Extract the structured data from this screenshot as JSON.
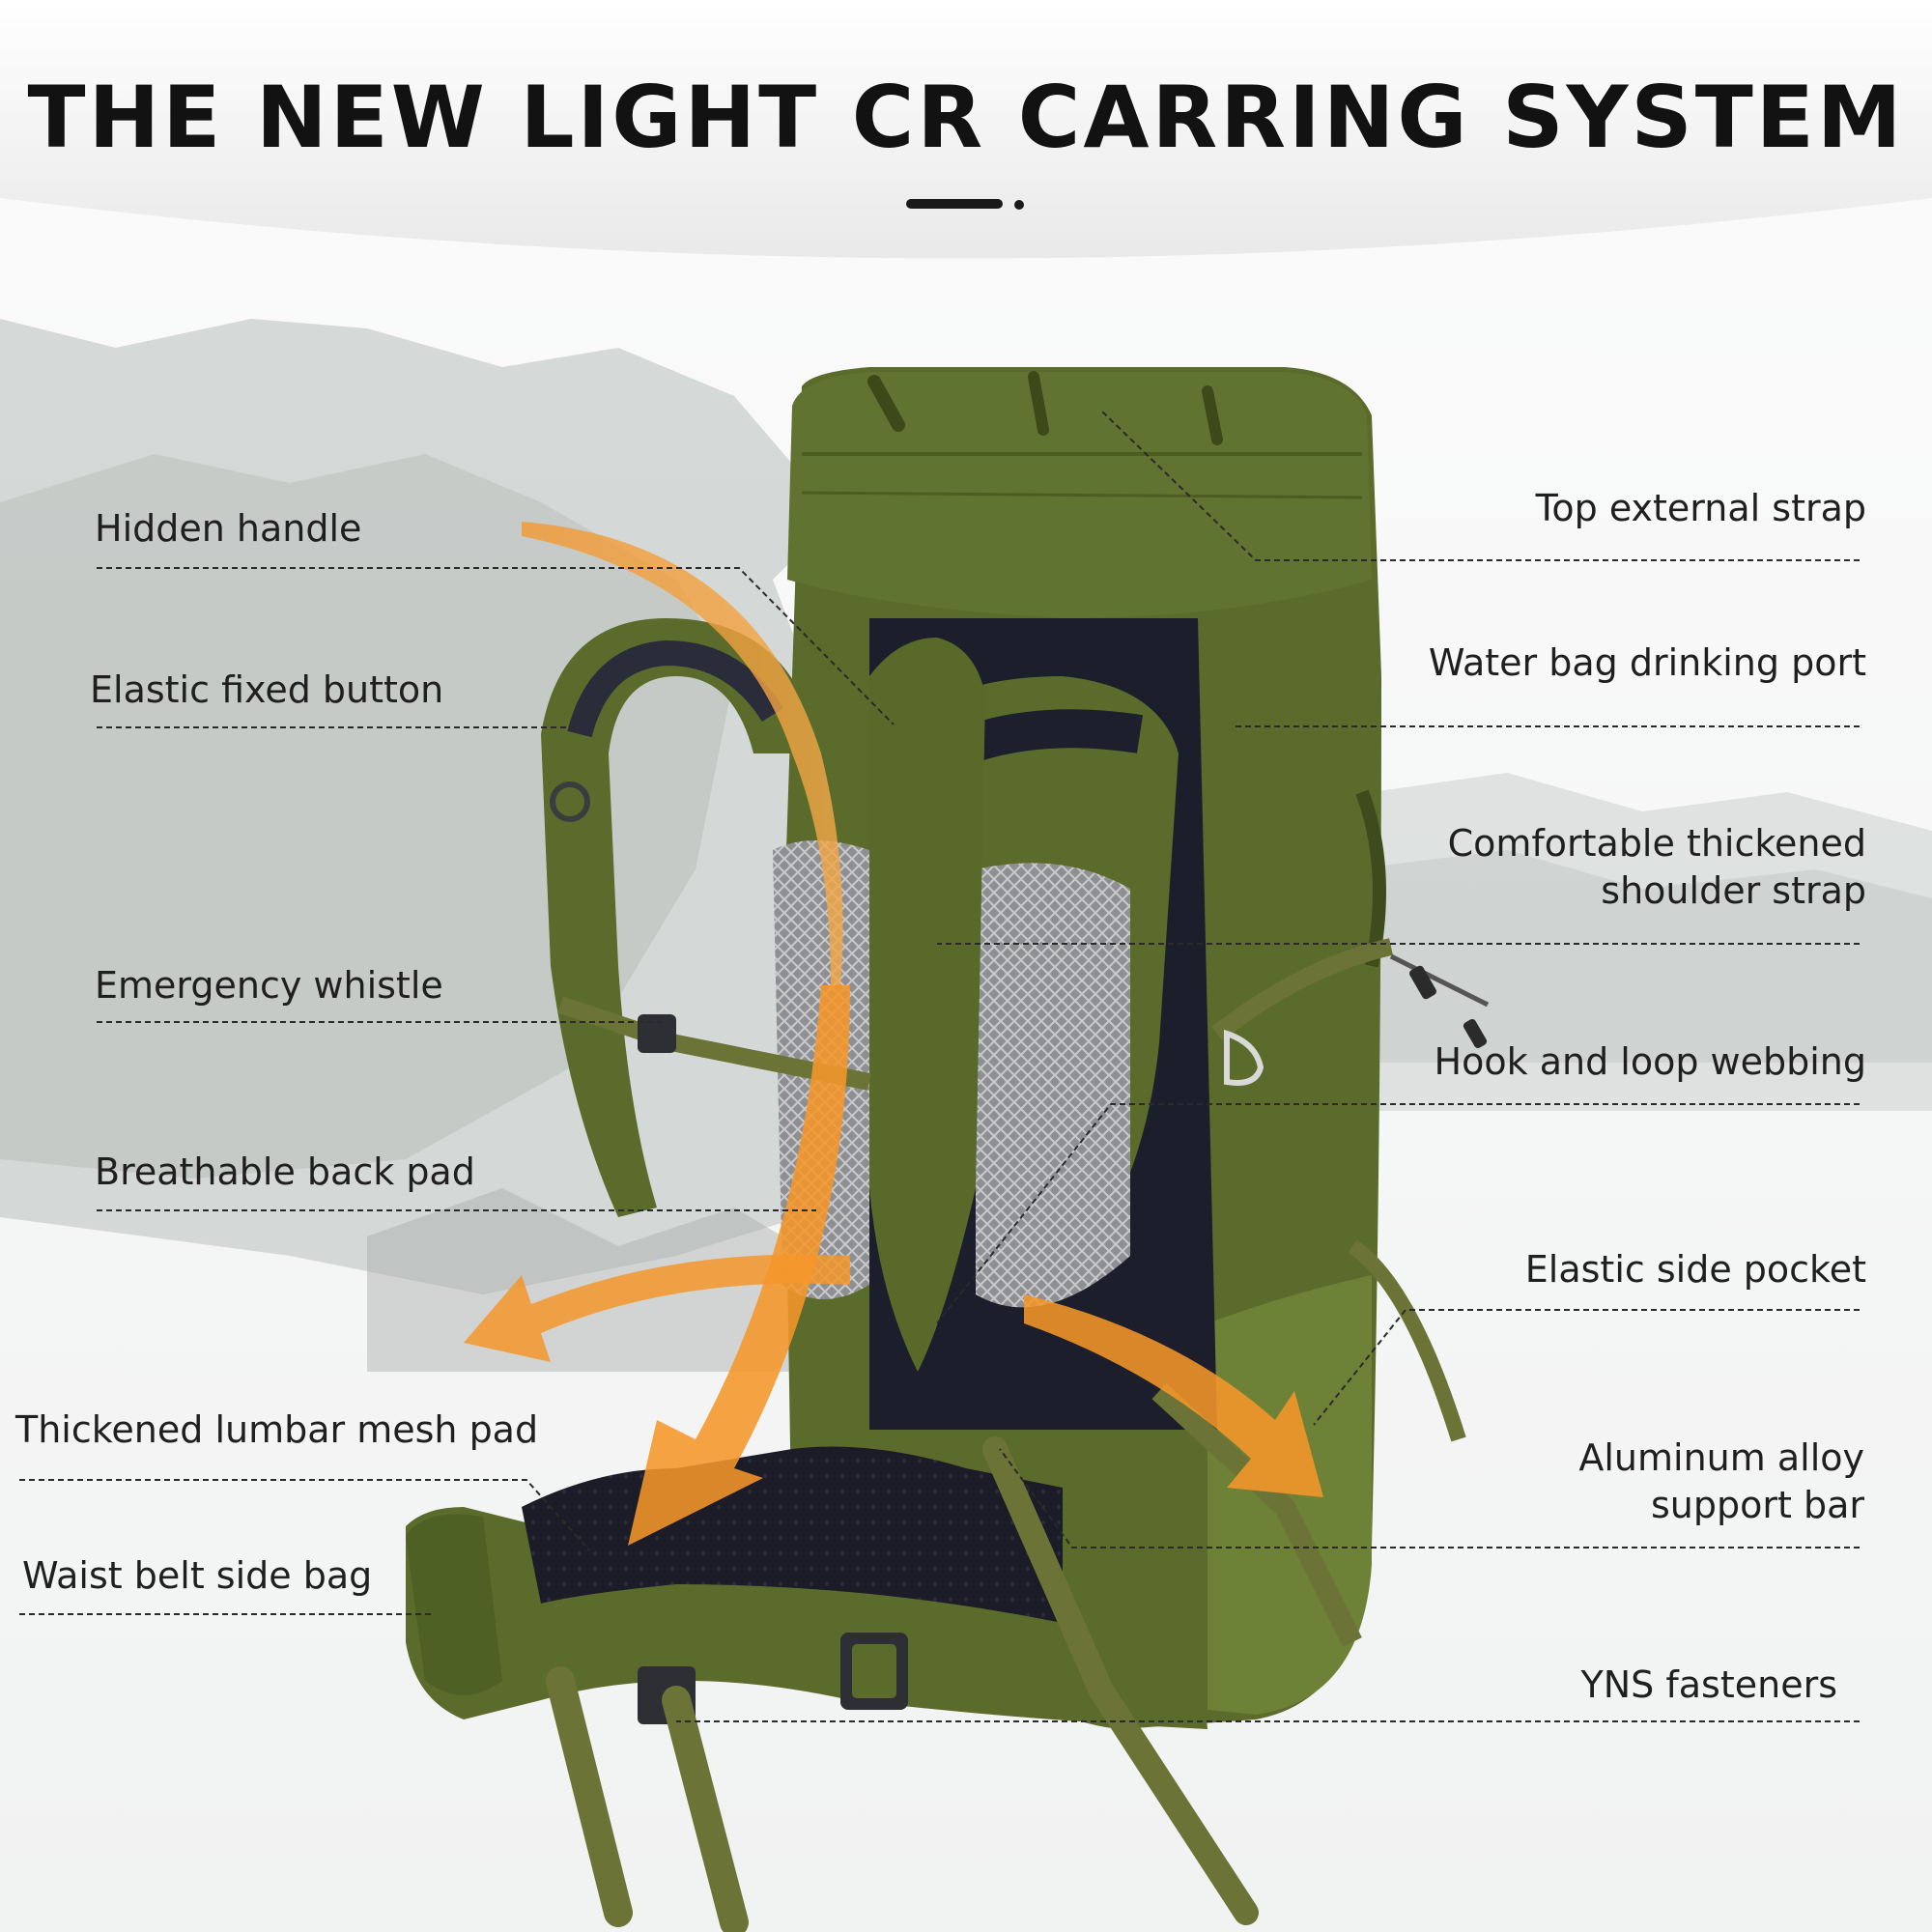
{
  "header": {
    "title": "THE NEW LIGHT CR CARRING SYSTEM"
  },
  "colors": {
    "pack_green": "#5c6e2e",
    "pack_dark_green": "#46561f",
    "webbing": "#6b7436",
    "mesh": "#9c9c9c",
    "back_panel": "#1c1d2a",
    "arrow_orange": "#f5962a",
    "text": "#1f1f1f"
  },
  "callouts": {
    "left": [
      {
        "label": "Hidden handle"
      },
      {
        "label": "Elastic fixed button"
      },
      {
        "label": "Emergency whistle"
      },
      {
        "label": "Breathable back pad"
      },
      {
        "label": "Thickened lumbar mesh pad"
      },
      {
        "label": "Waist belt side bag"
      }
    ],
    "right": [
      {
        "label": "Top external strap"
      },
      {
        "label": "Water bag drinking port"
      },
      {
        "label_line1": "Comfortable thickened",
        "label_line2": "shoulder strap"
      },
      {
        "label": "Hook and loop webbing"
      },
      {
        "label": "Elastic side pocket"
      },
      {
        "label_line1": "Aluminum alloy",
        "label_line2": "support bar"
      },
      {
        "label": "YNS fasteners"
      }
    ]
  }
}
